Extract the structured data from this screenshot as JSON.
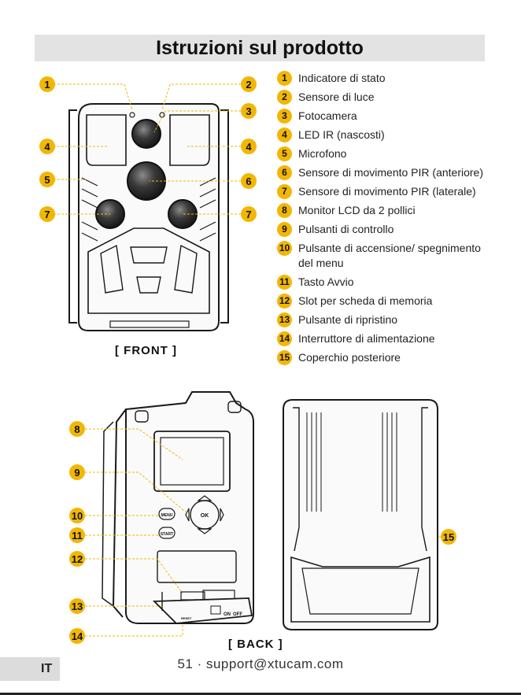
{
  "title": "Istruzioni sul prodotto",
  "parts": [
    {
      "num": "1",
      "label": "Indicatore di stato"
    },
    {
      "num": "2",
      "label": "Sensore di luce"
    },
    {
      "num": "3",
      "label": "Fotocamera"
    },
    {
      "num": "4",
      "label": "LED IR (nascosti)"
    },
    {
      "num": "5",
      "label": "Microfono"
    },
    {
      "num": "6",
      "label": "Sensore di movimento PIR (anteriore)"
    },
    {
      "num": "7",
      "label": "Sensore di movimento PIR (laterale)"
    },
    {
      "num": "8",
      "label": "Monitor LCD da 2 pollici"
    },
    {
      "num": "9",
      "label": "Pulsanti di controllo"
    },
    {
      "num": "10",
      "label": "Pulsante di accensione/ spegnimento del menu"
    },
    {
      "num": "11",
      "label": "Tasto Avvio"
    },
    {
      "num": "12",
      "label": "Slot per scheda di memoria"
    },
    {
      "num": "13",
      "label": "Pulsante di ripristino"
    },
    {
      "num": "14",
      "label": "Interruttore di alimentazione"
    },
    {
      "num": "15",
      "label": "Coperchio posteriore"
    }
  ],
  "captions": {
    "front": "[ FRONT ]",
    "back": "[ BACK ]"
  },
  "device_labels": {
    "ok": "OK",
    "menu": "MENU",
    "start": "START",
    "on": "ON",
    "off": "OFF",
    "reset": "RESET"
  },
  "footer": {
    "lang": "IT",
    "page_text": "51 · support@xtucam.com"
  },
  "colors": {
    "accent": "#f2b705",
    "title_bg": "#e3e3e3"
  }
}
